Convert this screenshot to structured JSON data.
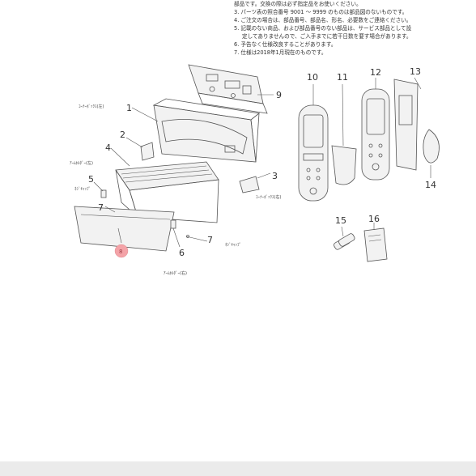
{
  "notes": [
    "部品です。交換の際は必ず指定品をお使いください。",
    "3. パーツ表の照合番号 9001 ～ 9999 のものは部品図のないものです。",
    "4. ご注文の場合は、部品番号、部品名、形名、必要数をご連絡ください。",
    "5. 記載のない商品、および部品番号のない部品は、サービス部品として設",
    "定してありませんので、ご入手までに若干日数を要す場合があります。",
    "6. 予告なく仕様改良することがあります。",
    "7. 仕様は2018年1月現在のものです。"
  ],
  "part_numbers": [
    "1",
    "2",
    "3",
    "4",
    "5",
    "6",
    "7",
    "7",
    "8",
    "9",
    "10",
    "11",
    "12",
    "13",
    "14",
    "15",
    "16"
  ],
  "labels": {
    "corner_box_left": "ｺｰﾅｰﾎﾞｯｸｽ(左)",
    "corner_box_right": "ｺｰﾅｰﾎﾞｯｸｽ(右)",
    "arm_holder_left": "ｱｰﾑﾎﾙﾀﾞｰ(左)",
    "arm_holder_right": "ｱｰﾑﾎﾙﾀﾞｰ(右)",
    "screw_cap_left": "ﾈｼﾞｷｬｯﾌﾟ",
    "screw_cap_right": "ﾈｼﾞｷｬｯﾌﾟ"
  },
  "highlight": {
    "part": "8",
    "color": "#f4a3a8"
  },
  "colors": {
    "line": "#555555",
    "footer": "#ebebeb"
  }
}
